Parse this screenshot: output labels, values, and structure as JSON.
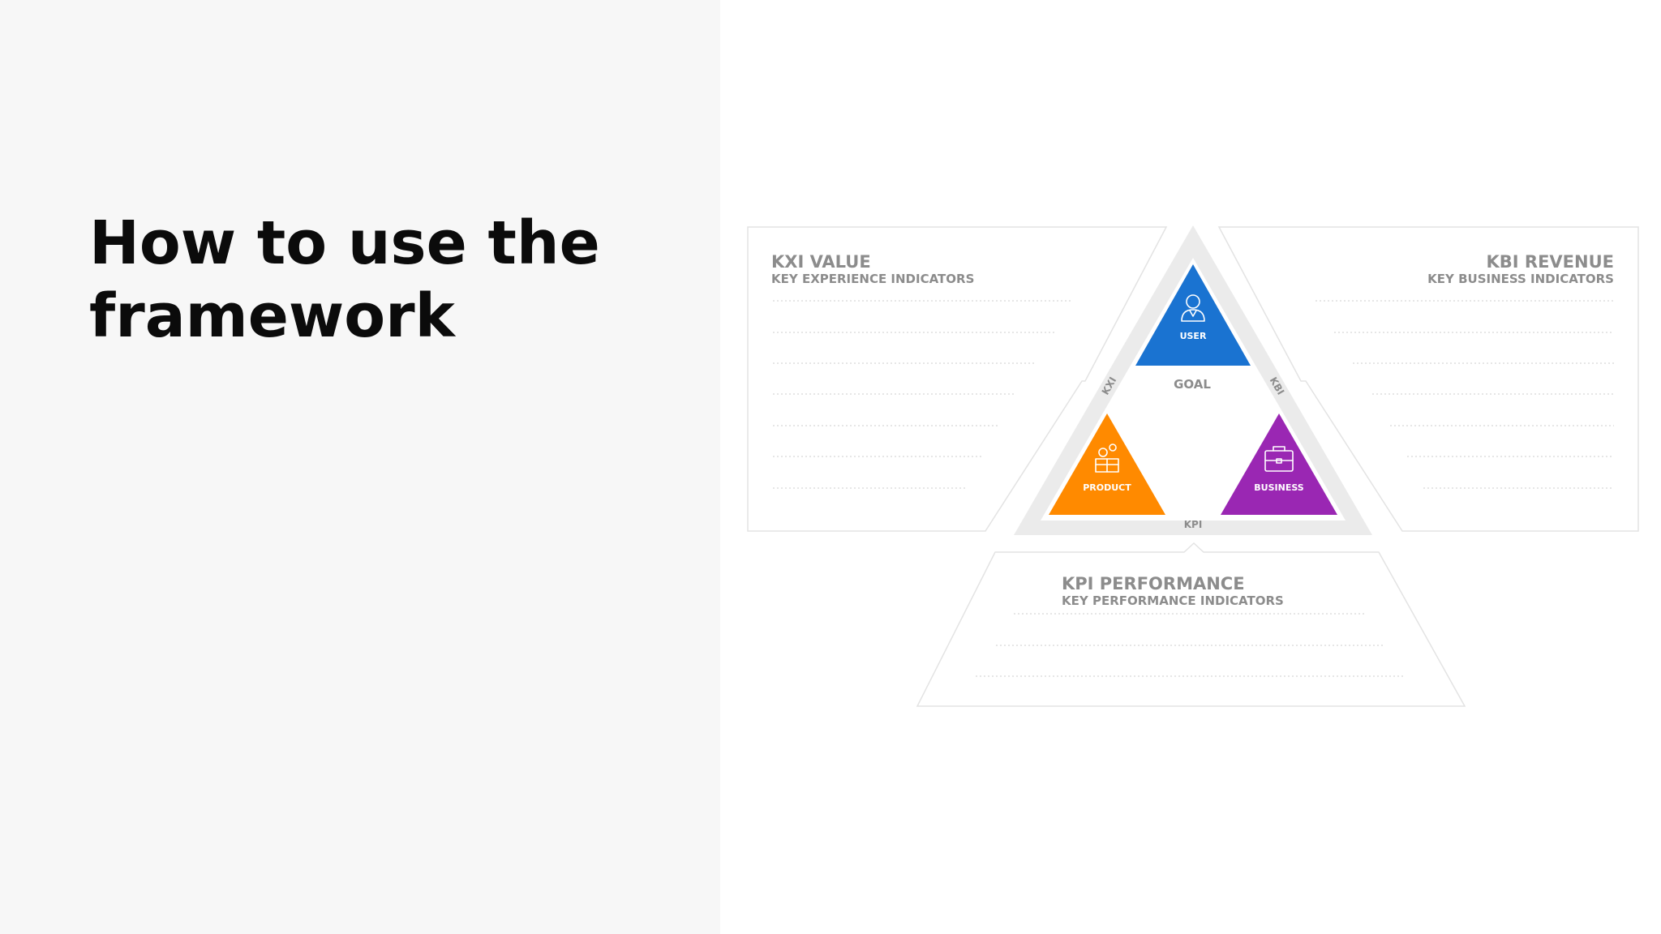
{
  "slide": {
    "title_line1": "How to use the",
    "title_line2": "framework"
  },
  "diagram": {
    "kxi": {
      "title": "KXI VALUE",
      "subtitle": "KEY EXPERIENCE INDICATORS"
    },
    "kbi": {
      "title": "KBI REVENUE",
      "subtitle": "KEY BUSINESS INDICATORS"
    },
    "kpi": {
      "title": "KPI PERFORMANCE",
      "subtitle": "KEY PERFORMANCE INDICATORS"
    },
    "center": {
      "goal": "GOAL",
      "edge_left": "KXI",
      "edge_right": "KBI",
      "edge_bottom": "KPI"
    },
    "nodes": {
      "user": {
        "label": "USER",
        "color": "#1a73d1",
        "icon": "user-icon"
      },
      "product": {
        "label": "PRODUCT",
        "color": "#ff8a00",
        "icon": "product-icon"
      },
      "business": {
        "label": "BUSINESS",
        "color": "#9a27b3",
        "icon": "briefcase-icon"
      }
    }
  }
}
